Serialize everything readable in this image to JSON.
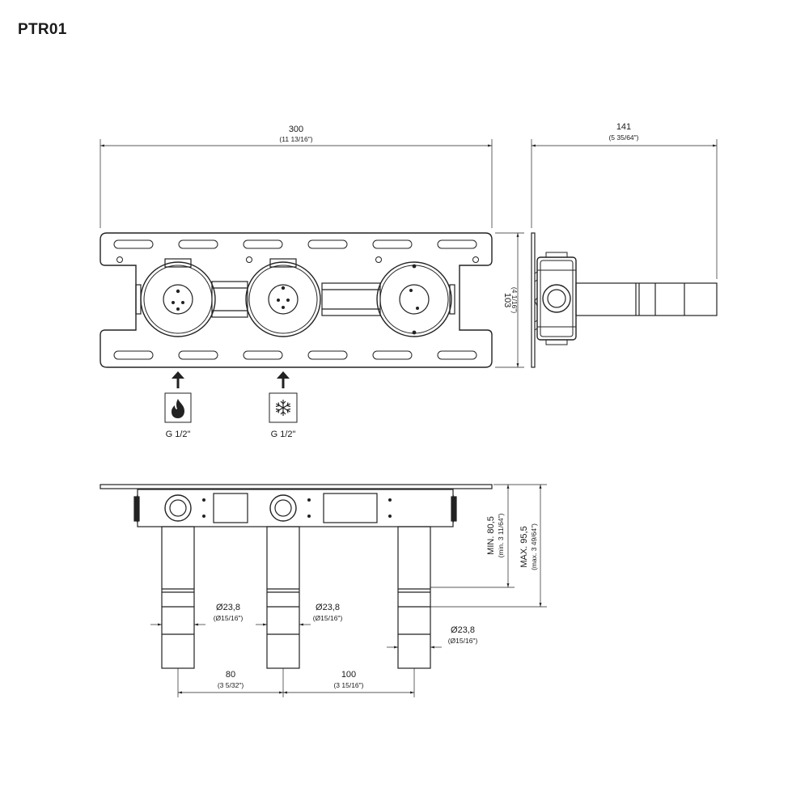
{
  "title": "PTR01",
  "front_view": {
    "width_dim": {
      "value": "300",
      "sub": "(11 13/16\")"
    },
    "height_dim": {
      "value": "103",
      "sub": "(4 1/16\")"
    },
    "inlets": [
      {
        "icon": "flame-icon",
        "label": "G 1/2\""
      },
      {
        "icon": "snowflake-icon",
        "label": "G 1/2\""
      }
    ]
  },
  "side_view": {
    "depth_dim": {
      "value": "141",
      "sub": "(5 35/64\")"
    }
  },
  "top_view": {
    "min_dim": {
      "value": "MIN. 80,5",
      "sub": "(min. 3 11/64\")"
    },
    "max_dim": {
      "value": "MAX. 95,5",
      "sub": "(max. 3 49/64\")"
    },
    "pipe_diameters": [
      {
        "value": "Ø23,8",
        "sub": "(Ø15/16\")"
      },
      {
        "value": "Ø23,8",
        "sub": "(Ø15/16\")"
      },
      {
        "value": "Ø23,8",
        "sub": "(Ø15/16\")"
      }
    ],
    "spacing_dims": [
      {
        "value": "80",
        "sub": "(3 5/32\")"
      },
      {
        "value": "100",
        "sub": "(3 15/16\")"
      }
    ]
  }
}
